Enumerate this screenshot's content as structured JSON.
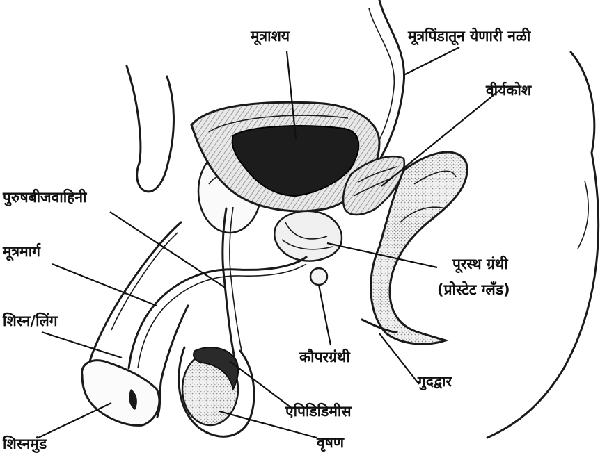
{
  "labels": {
    "bladder": "मूत्राशय",
    "ureter": "मूत्रपिंडातून येणारी नळी",
    "seminal_vesicle": "वीर्यकोश",
    "vas_deferens": "पुरुषबीजवाहिनी",
    "urethra": "मूत्रमार्ग",
    "penis": "शिस्न/लिंग",
    "glans": "शिस्नमुंड",
    "prostate_line1": "पूरस्थ ग्रंथी",
    "prostate_line2": "(प्रोस्टेट ग्लँड)",
    "cowper": "कौपरग्रंथी",
    "anus": "गुदद्वार",
    "epididymis": "एपिडिडिमीस",
    "testis": "वृषण"
  }
}
